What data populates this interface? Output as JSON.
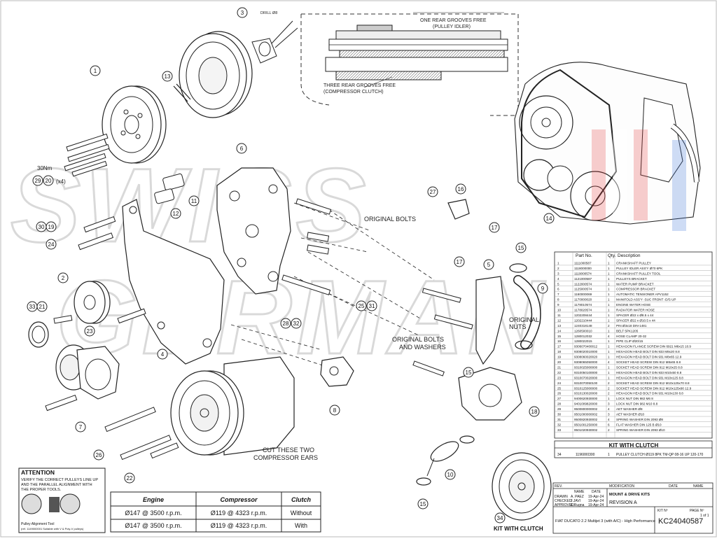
{
  "drill_note": "DRILL Ø8",
  "notes": {
    "one_rear": "ONE REAR GROOVES FREE",
    "one_rear_sub": "(PULLEY IDLER)",
    "three_rear": "THREE REAR GROOVES FREE",
    "three_rear_sub": "(COMPRESSOR CLUTCH)",
    "original_bolts": "ORIGINAL BOLTS",
    "original_nuts_1": "ORIGINAL",
    "original_nuts_2": "NUTS",
    "orig_bolts_washers_1": "ORIGINAL BOLTS",
    "orig_bolts_washers_2": "AND WASHERS",
    "cut_ears_1": "CUT THESE TWO",
    "cut_ears_2": "COMPRESSOR EARS",
    "torque": "30Nm",
    "x4": "(x4)"
  },
  "callouts": [
    "1",
    "2",
    "3",
    "4",
    "5",
    "6",
    "7",
    "8",
    "9",
    "10",
    "11",
    "12",
    "13",
    "14",
    "15",
    "15",
    "15",
    "16",
    "17",
    "17",
    "18",
    "30",
    "19",
    "20",
    "21",
    "22",
    "23",
    "24",
    "25",
    "26",
    "27",
    "28",
    "29",
    "31",
    "32",
    "33",
    "34"
  ],
  "parts_table": {
    "headers": [
      "Part No.",
      "Qty.",
      "Description"
    ],
    "rows": [
      [
        "1",
        "1111000587",
        "1",
        "CRANKSHAFT PULLEY"
      ],
      [
        "2",
        "1118000000",
        "1",
        "PULLEY IDLER ASS'Y Ø70 6PK"
      ],
      [
        "3",
        "1119000574",
        "1",
        "CRANKSHAFT PULLEY TOOL"
      ],
      [
        "4",
        "1121000587",
        "1",
        "PULLEYS BRACKET"
      ],
      [
        "5",
        "1122000574",
        "1",
        "WATER PUMP BRACKET"
      ],
      [
        "6",
        "1125000574",
        "1",
        "COMPRESSOR BRACKET"
      ],
      [
        "7",
        "1160000069",
        "1",
        "AUTOMATIC TENSIONER APV1152"
      ],
      [
        "8",
        "1170000020",
        "1",
        "MANIFOLD ASS'Y -SUC FRONT -D/S UP"
      ],
      [
        "9",
        "1178010574",
        "1",
        "ENGINE WATER HOSE"
      ],
      [
        "10",
        "1178020574",
        "1",
        "RADIATOR WATER HOSE"
      ],
      [
        "11",
        "1202208444",
        "1",
        "SPACER Ø22 x Ø8.5 x 44"
      ],
      [
        "12",
        "1202210444",
        "1",
        "SPACER Ø22 x Ø10.5 x 44"
      ],
      [
        "13",
        "1240318148",
        "2",
        "PIN Ø3x18 DIN-1481"
      ],
      [
        "14",
        "1260500010",
        "1",
        "BELT 5PK1205"
      ],
      [
        "15",
        "1280012032",
        "4",
        "HOSE CLAMP 20-32"
      ],
      [
        "16",
        "1280022015",
        "1",
        "PIPE CLIP Ø20/15"
      ],
      [
        "17",
        "9306070400012",
        "1",
        "HEXAGON FLANGE SCREW DIN 6921 M6x15 10.9"
      ],
      [
        "18",
        "9308020010000",
        "1",
        "HEXAGON HEAD BOLT DIN 933 M8x20 8.8"
      ],
      [
        "19",
        "9308060020020",
        "1",
        "HEXAGON HEAD BOLT DIN 931 M8x65 12.9"
      ],
      [
        "20",
        "9308065050000",
        "4",
        "SOCKET HEAD SCREW DIN 912 M8x65 8.8"
      ],
      [
        "21",
        "9310025000000",
        "1",
        "SOCKET HEAD SCREW DIN 912 M10x25 8.8"
      ],
      [
        "22",
        "9310050100000",
        "1",
        "HEXAGON HEAD BOLT DIN 933 M10x50 8.8"
      ],
      [
        "23",
        "9310070020000",
        "1",
        "HEXAGON HEAD BOLT DIN 931 M10x125 8.8"
      ],
      [
        "24",
        "9310070050100",
        "2",
        "SOCKET HEAD SCREW DIN 912 M10x125x70 8.8"
      ],
      [
        "25",
        "9310125000000",
        "2",
        "SOCKET HEAD SCREW DIN 912 M10x125x90 12.9"
      ],
      [
        "26",
        "9310130020000",
        "2",
        "HEXAGON HEAD BOLT DIN 931 M10x130 8.8"
      ],
      [
        "27",
        "9400620930000",
        "1",
        "LOCK NUT DIN 982 M6 8"
      ],
      [
        "28",
        "9401009820000",
        "3",
        "LOCK NUT DIN 982 M10 8.8"
      ],
      [
        "29",
        "9500800000002",
        "4",
        "AET WASHER Ø8"
      ],
      [
        "30",
        "9501000000002",
        "3",
        "AET WASHER Ø10"
      ],
      [
        "31",
        "9500820930002",
        "4",
        "SPRING WASHER DIN 2093 Ø8"
      ],
      [
        "32",
        "9501001250000",
        "6",
        "FLAT WASHER DIN 125 B Ø10"
      ],
      [
        "33",
        "9501020930002",
        "2",
        "SPRING WASHER DIN 2093 Ø10"
      ]
    ]
  },
  "kit_clutch": {
    "title": "KIT WITH CLUTCH",
    "row": [
      "34",
      "1196000300",
      "1",
      "PULLEY CLUTCH Ø119 8PK TM-QP 08-16 UP 120-170"
    ],
    "image_label": "KIT WITH CLUTCH"
  },
  "title_block": {
    "rev": "REV.",
    "modification": "MODIFICATION",
    "date_col": "DATE",
    "name_col": "NAME",
    "name_hdr": "NAME",
    "date_hdr": "DATE",
    "drawn": "DRAWN",
    "checked": "CHECKED",
    "approved": "APPROVED",
    "drawn_name": "A. PAEZ",
    "checked_name": "J.JAVI",
    "approved_name": "E.Rugna",
    "drawn_date": "19-Apr-24",
    "checked_date": "19-Apr-24",
    "approved_date": "19-Apr-24",
    "kit_group": "MOUNT & DRIVE KITS",
    "revision": "REVISION A",
    "description": "FIAT DUCATO 2.2 Multijet 3 (with A/C) - High Performance",
    "kit_no_label": "KIT Nº",
    "kit_no": "KC24040587",
    "page_label": "PAGE Nº",
    "page": "1 of 1"
  },
  "attention": {
    "title": "ATTENTION",
    "lines": [
      "VERIFY THE CORRECT PULLEYS LINE UP",
      "AND THE PARALLEL ALIGNMENT WITH",
      "THE PROPER TOOLS."
    ],
    "tool_1": "Pulley Alignment Tool",
    "tool_2": "(ref. 1149000001 Suitable with V & Poly-V pulleys)"
  },
  "speed_table": {
    "headers": [
      "Engine",
      "Compressor",
      "Clutch"
    ],
    "rows": [
      [
        "Ø147 @ 3500 r.p.m.",
        "Ø119 @ 4323 r.p.m.",
        "Without"
      ],
      [
        "Ø147 @ 3500 r.p.m.",
        "Ø119 @ 4323 r.p.m.",
        "With"
      ]
    ]
  },
  "watermark": "SWISS GERMAN",
  "colors": {
    "line": "#222222",
    "watermark": "#cfcfcf",
    "accent_red": "#e23a3a",
    "accent_blue": "#3a74d8"
  }
}
